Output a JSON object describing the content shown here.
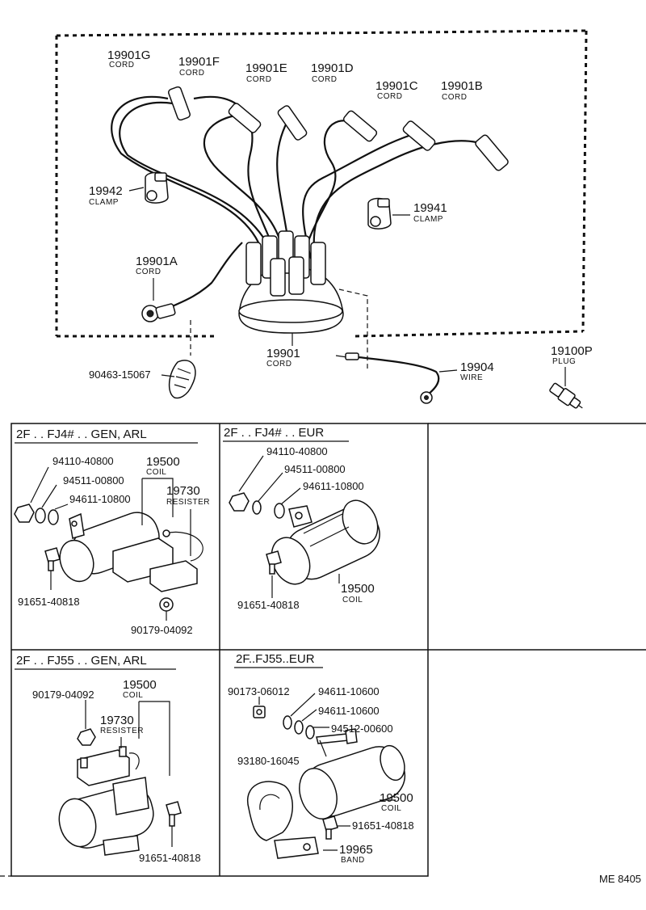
{
  "top": {
    "parts": [
      {
        "id": "cord_g",
        "number": "19901G",
        "name": "CORD"
      },
      {
        "id": "cord_f",
        "number": "19901F",
        "name": "CORD"
      },
      {
        "id": "cord_e",
        "number": "19901E",
        "name": "CORD"
      },
      {
        "id": "cord_d",
        "number": "19901D",
        "name": "CORD"
      },
      {
        "id": "cord_c",
        "number": "19901C",
        "name": "CORD"
      },
      {
        "id": "cord_b",
        "number": "19901B",
        "name": "CORD"
      },
      {
        "id": "clamp_19942",
        "number": "19942",
        "name": "CLAMP"
      },
      {
        "id": "clamp_19941",
        "number": "19941",
        "name": "CLAMP"
      },
      {
        "id": "cord_a",
        "number": "19901A",
        "name": "CORD"
      },
      {
        "id": "cord_set",
        "number": "19901",
        "name": "CORD"
      },
      {
        "id": "wire",
        "number": "19904",
        "name": "WIRE"
      },
      {
        "id": "plug",
        "number": "19100P",
        "name": "PLUG"
      },
      {
        "id": "tie",
        "number": "90463-15067",
        "name": ""
      }
    ]
  },
  "panels": [
    {
      "id": "p1",
      "header": "2F . . FJ4# . . GEN, ARL",
      "labels": [
        {
          "number": "94110-40800",
          "name": ""
        },
        {
          "number": "94511-00800",
          "name": ""
        },
        {
          "number": "94611-10800",
          "name": ""
        },
        {
          "number": "19500",
          "name": "COIL"
        },
        {
          "number": "19730",
          "name": "RESISTER"
        },
        {
          "number": "91651-40818",
          "name": ""
        },
        {
          "number": "90179-04092",
          "name": ""
        }
      ]
    },
    {
      "id": "p2",
      "header": "2F . . FJ4# . . EUR",
      "labels": [
        {
          "number": "94110-40800",
          "name": ""
        },
        {
          "number": "94511-00800",
          "name": ""
        },
        {
          "number": "94611-10800",
          "name": ""
        },
        {
          "number": "91651-40818",
          "name": ""
        },
        {
          "number": "19500",
          "name": "COIL"
        }
      ]
    },
    {
      "id": "p3",
      "header": "2F . . FJ55 . . GEN, ARL",
      "labels": [
        {
          "number": "90179-04092",
          "name": ""
        },
        {
          "number": "19500",
          "name": "COIL"
        },
        {
          "number": "19730",
          "name": "RESISTER"
        },
        {
          "number": "91651-40818",
          "name": ""
        }
      ]
    },
    {
      "id": "p4",
      "header": "2F..FJ55..EUR",
      "labels": [
        {
          "number": "90173-06012",
          "name": ""
        },
        {
          "number": "94611-10600",
          "name": ""
        },
        {
          "number": "94611-10600",
          "name": ""
        },
        {
          "number": "94512-00600",
          "name": ""
        },
        {
          "number": "93180-16045",
          "name": ""
        },
        {
          "number": "19500",
          "name": "COIL"
        },
        {
          "number": "91651-40818",
          "name": ""
        },
        {
          "number": "19965",
          "name": "BAND"
        }
      ]
    }
  ],
  "footer": {
    "code": "ME 8405"
  }
}
